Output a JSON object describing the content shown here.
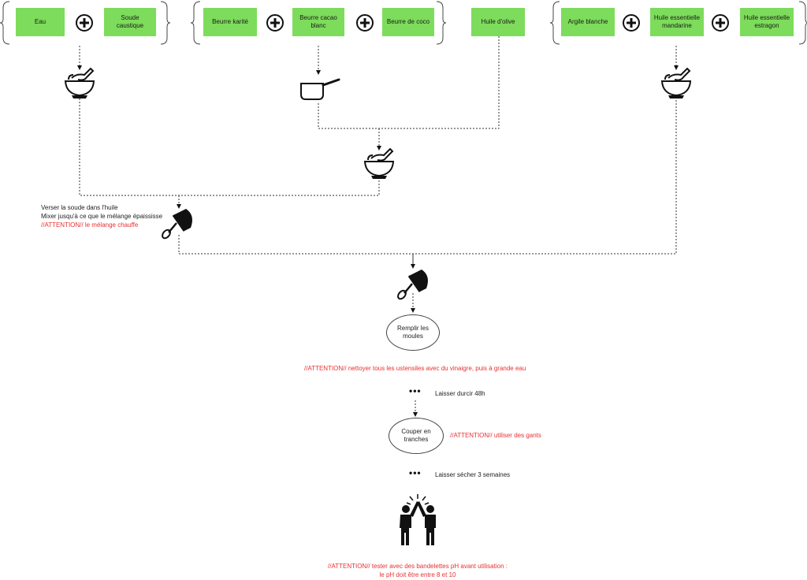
{
  "ingredients": {
    "eau": "Eau",
    "soude": "Soude\ncaustique",
    "karite": "Beurre karité",
    "cacao": "Beurre cacao\nblanc",
    "coco": "Beurre de coco",
    "olive": "Huile d'olive",
    "argile": "Argile blanche",
    "mandarine": "Huile essentielle\nmandarine",
    "estragon": "Huile essentielle\nestragon"
  },
  "steps": {
    "instruction_line1": "Verser la soude dans l'huile",
    "instruction_line2": "Mixer jusqu'à ce que le mélange épaississe",
    "warning_heat": "//ATTENTION// le mélange chauffe",
    "fill_molds": "Remplir les\nmoules",
    "warning_clean": "//ATTENTION// nettoyer tous les ustensiles avec du vinaigre, puis à grande eau",
    "harden": "Laisser durcir 48h",
    "cut": "Couper en\ntranches",
    "warning_gloves": "//ATTENTION// utiliser des gants",
    "dry": "Laisser sécher 3 semaines",
    "warning_ph_line1": "//ATTENTION// tester avec des bandelettes pH avant utilisation :",
    "warning_ph_line2": "le pH doit être entre 8 et 10"
  },
  "icons": {
    "bowl": "mortar-bowl-icon",
    "pan": "saucepan-icon",
    "mixer": "hand-mixer-icon",
    "celebrate": "high-five-icon",
    "plus": "plus-circle-icon"
  },
  "colors": {
    "ingredient_fill": "#7ddc5b",
    "warning": "#e83030"
  }
}
